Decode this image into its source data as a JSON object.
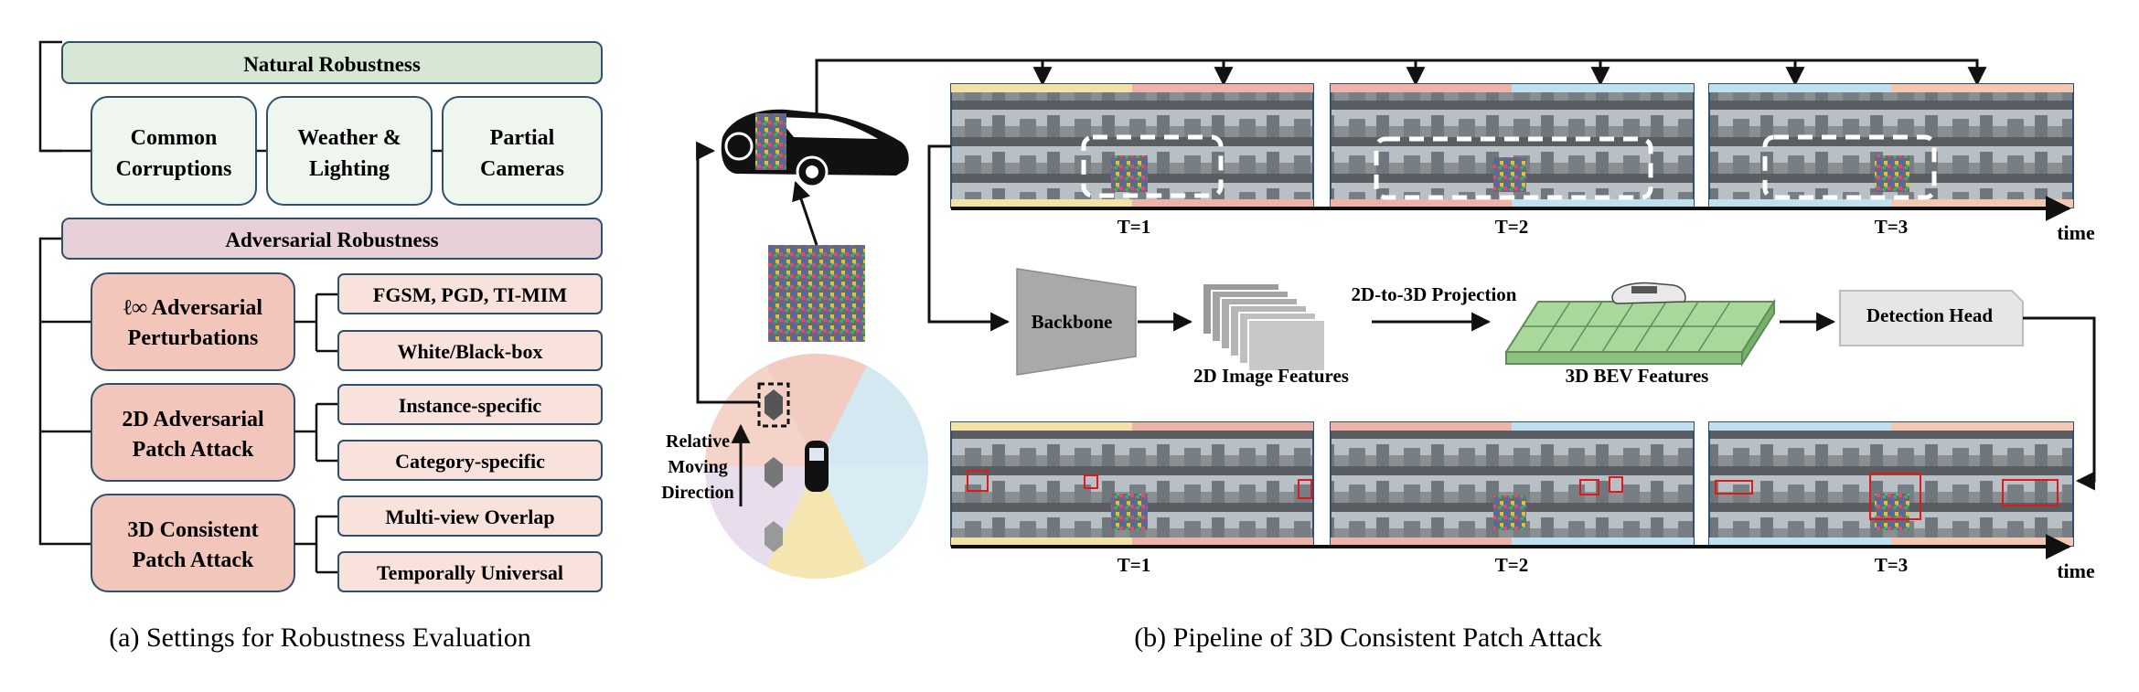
{
  "left": {
    "natural_title": "Natural Robustness",
    "natural_items": [
      [
        "Common",
        "Corruptions"
      ],
      [
        "Weather &",
        "Lighting"
      ],
      [
        "Partial",
        "Cameras"
      ]
    ],
    "adversarial_title": "Adversarial Robustness",
    "adv_groups": [
      {
        "lines": [
          "ℓ∞ Adversarial",
          "Perturbations"
        ],
        "subs": [
          "FGSM, PGD, TI-MIM",
          "White/Black-box"
        ]
      },
      {
        "lines": [
          "2D Adversarial",
          "Patch Attack"
        ],
        "subs": [
          "Instance-specific",
          "Category-specific"
        ]
      },
      {
        "lines": [
          "3D Consistent",
          "Patch Attack"
        ],
        "subs": [
          "Multi-view Overlap",
          "Temporally Universal"
        ]
      }
    ],
    "caption": "(a) Settings for Robustness Evaluation"
  },
  "right": {
    "moving_direction": [
      "Relative",
      "Moving",
      "Direction"
    ],
    "top_strip_labels": [
      "T=1",
      "T=2",
      "T=3"
    ],
    "bottom_strip_labels": [
      "T=1",
      "T=2",
      "T=3"
    ],
    "time_label_top": "time",
    "time_label_bottom": "time",
    "backbone_label": "Backbone",
    "projection_label": "2D-to-3D Projection",
    "image_features_label": "2D Image Features",
    "bev_features_label": "3D BEV Features",
    "detection_head_label": "Detection Head",
    "caption": "(b) Pipeline of 3D Consistent Patch Attack"
  },
  "colors": {
    "natural_header": "#d6e7d6",
    "natural_item": "#eef6ee",
    "adversarial_header": "#e8d0d8",
    "adv_main": "#f3c6bb",
    "adv_sub": "#f9e2db",
    "box_border": "#2f4f6f",
    "strip_yellow": "#f2e2a6",
    "strip_pink": "#eeb3a8",
    "strip_blue": "#bfe0ee",
    "bev_green": "#a8d89a"
  },
  "icons": [
    "car-icon",
    "adversarial-patch-icon",
    "camera-fan-icon",
    "feature-stack-icon",
    "bev-grid-icon"
  ]
}
